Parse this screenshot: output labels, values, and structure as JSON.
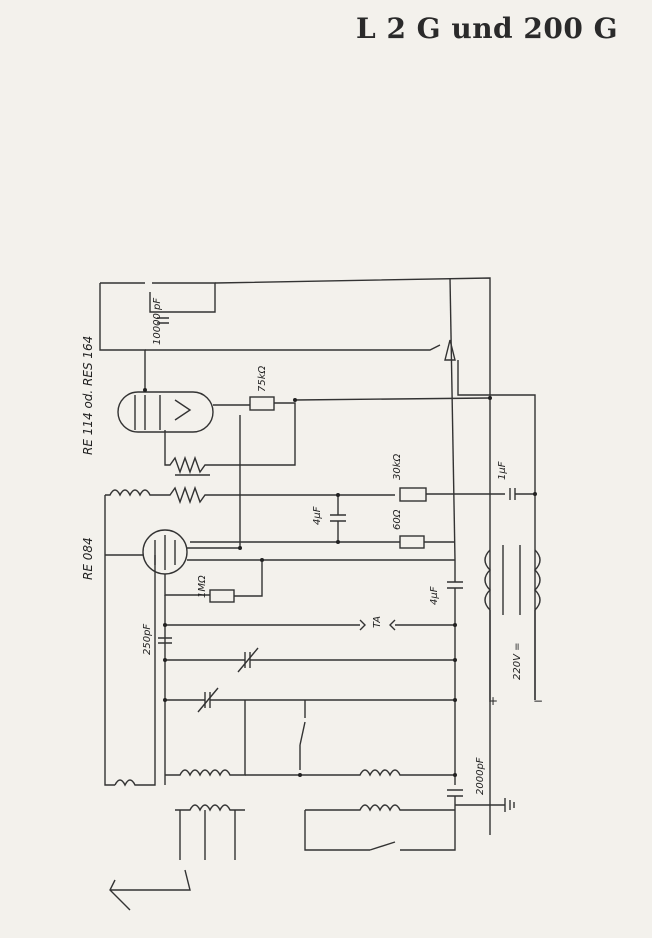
{
  "title": "L 2 G und 200 G",
  "labels": {
    "tube1": "RE 114 od. RES 164",
    "tube2": "RE 084",
    "cap_10000": "10000 pF",
    "res_75k": "75kΩ",
    "res_30k": "30kΩ",
    "cap_4uf_top": "4μF",
    "cap_1uf": "1μF",
    "res_60": "60Ω",
    "res_1m": "1MΩ",
    "cap_4uf_mid": "4μF",
    "cap_250": "250pF",
    "ta": "TA",
    "cap_2000": "2000pF",
    "mains": "220V =",
    "plus": "+",
    "minus": "−"
  },
  "colors": {
    "ink": "#333333",
    "paper": "#f3f1ec"
  }
}
